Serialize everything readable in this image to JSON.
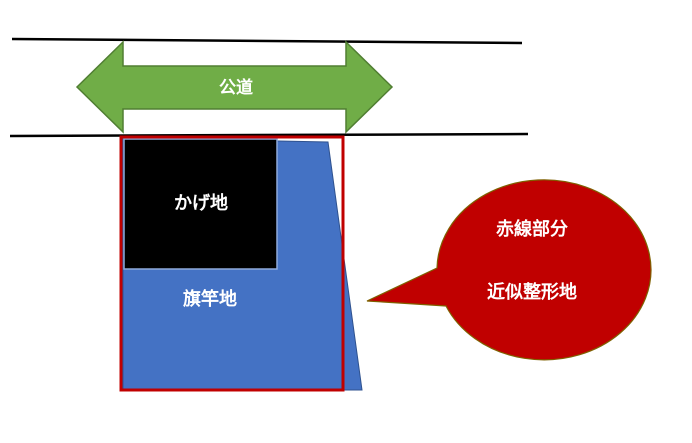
{
  "road": {
    "label": "公道"
  },
  "shaded_land": {
    "label": "かげ地"
  },
  "flag_lot": {
    "label": "旗竿地"
  },
  "callout": {
    "line1": "赤線部分",
    "line2": "近似整形地"
  },
  "colors": {
    "road_arrow": "#70ad47",
    "road_arrow_border": "#507e32",
    "flag_lot": "#4472c4",
    "shaded_land": "#000000",
    "red_outline": "#c00000",
    "callout": "#c00000",
    "callout_border": "#7f6000",
    "road_line": "#000000"
  }
}
